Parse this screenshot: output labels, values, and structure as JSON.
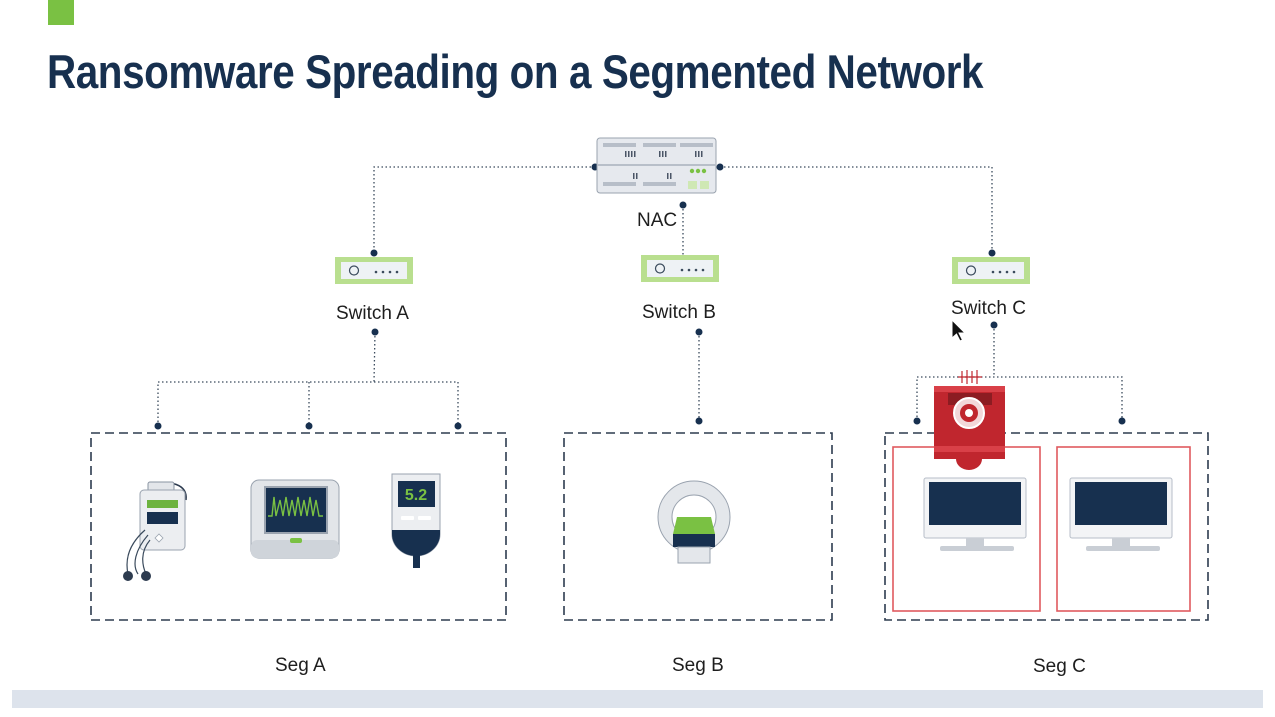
{
  "page": {
    "title": "Ransomware Spreading on a Segmented Network",
    "accent_color": "#7ac143",
    "title_color": "#17304f",
    "alert_color": "#c0262e"
  },
  "nodes": {
    "nac": {
      "label": "NAC",
      "icon": "server-appliance-icon"
    },
    "switch_a": {
      "label": "Switch A",
      "icon": "network-switch-icon"
    },
    "switch_b": {
      "label": "Switch B",
      "icon": "network-switch-icon"
    },
    "switch_c": {
      "label": "Switch C",
      "icon": "network-switch-icon"
    }
  },
  "segments": {
    "seg_a": {
      "label": "Seg A",
      "devices": [
        "infusion-pump-icon",
        "patient-monitor-icon",
        "glucose-meter-icon"
      ]
    },
    "seg_b": {
      "label": "Seg B",
      "devices": [
        "mri-scanner-icon"
      ]
    },
    "seg_c": {
      "label": "Seg C",
      "devices": [
        "workstation-monitor-icon",
        "workstation-monitor-icon"
      ],
      "infected": true
    }
  },
  "device_readouts": {
    "glucose_meter": "5.2"
  }
}
